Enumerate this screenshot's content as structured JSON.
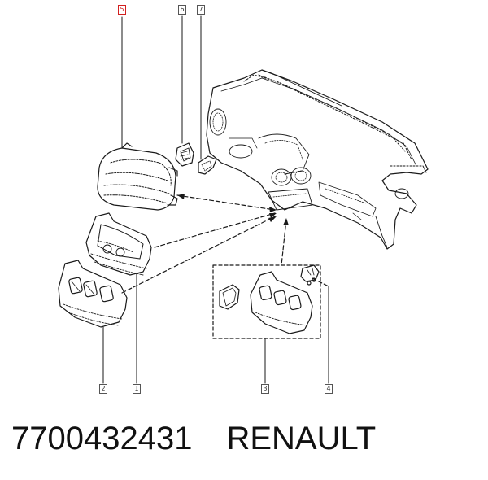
{
  "diagram": {
    "callouts": {
      "c1": "1",
      "c2": "2",
      "c3": "3",
      "c4": "4",
      "c5": "5",
      "c6": "6",
      "c7": "7"
    },
    "highlight_color": "#d21f1f",
    "line_color": "#1a1a1a"
  },
  "caption": {
    "part_number": "7700432431",
    "brand": "RENAULT"
  }
}
